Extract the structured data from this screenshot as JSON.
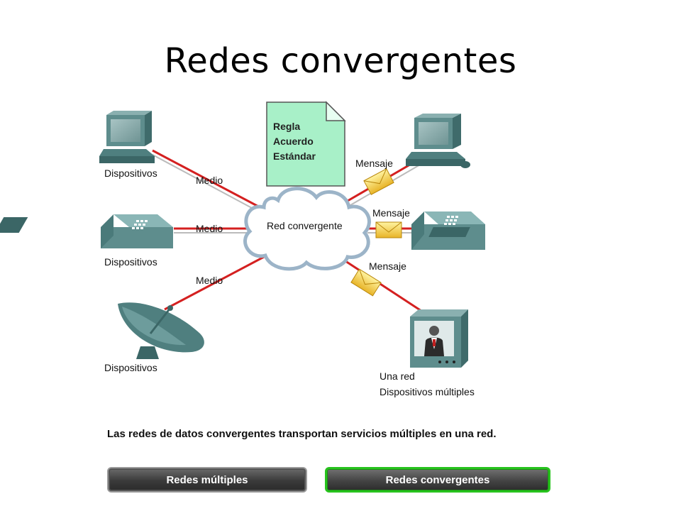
{
  "title": "Redes convergentes",
  "rulebook": {
    "lines": [
      "Regla",
      "Acuerdo",
      "Estándar"
    ]
  },
  "cloud_label": "Red convergente",
  "left_devices": {
    "label": "Dispositivos",
    "medium": "Medio"
  },
  "message_label": "Mensaje",
  "tv_labels": {
    "line1": "Una red",
    "line2": "Dispositivos múltiples"
  },
  "caption": "Las redes de datos convergentes transportan servicios múltiples en una red.",
  "buttons": {
    "multiple": "Redes múltiples",
    "converged": "Redes convergentes"
  },
  "colors": {
    "link": "#d42020",
    "device_teal": "#5a8a8a",
    "rulebook_fill": "#a8f0c8",
    "button_active_border": "#27c31d"
  }
}
